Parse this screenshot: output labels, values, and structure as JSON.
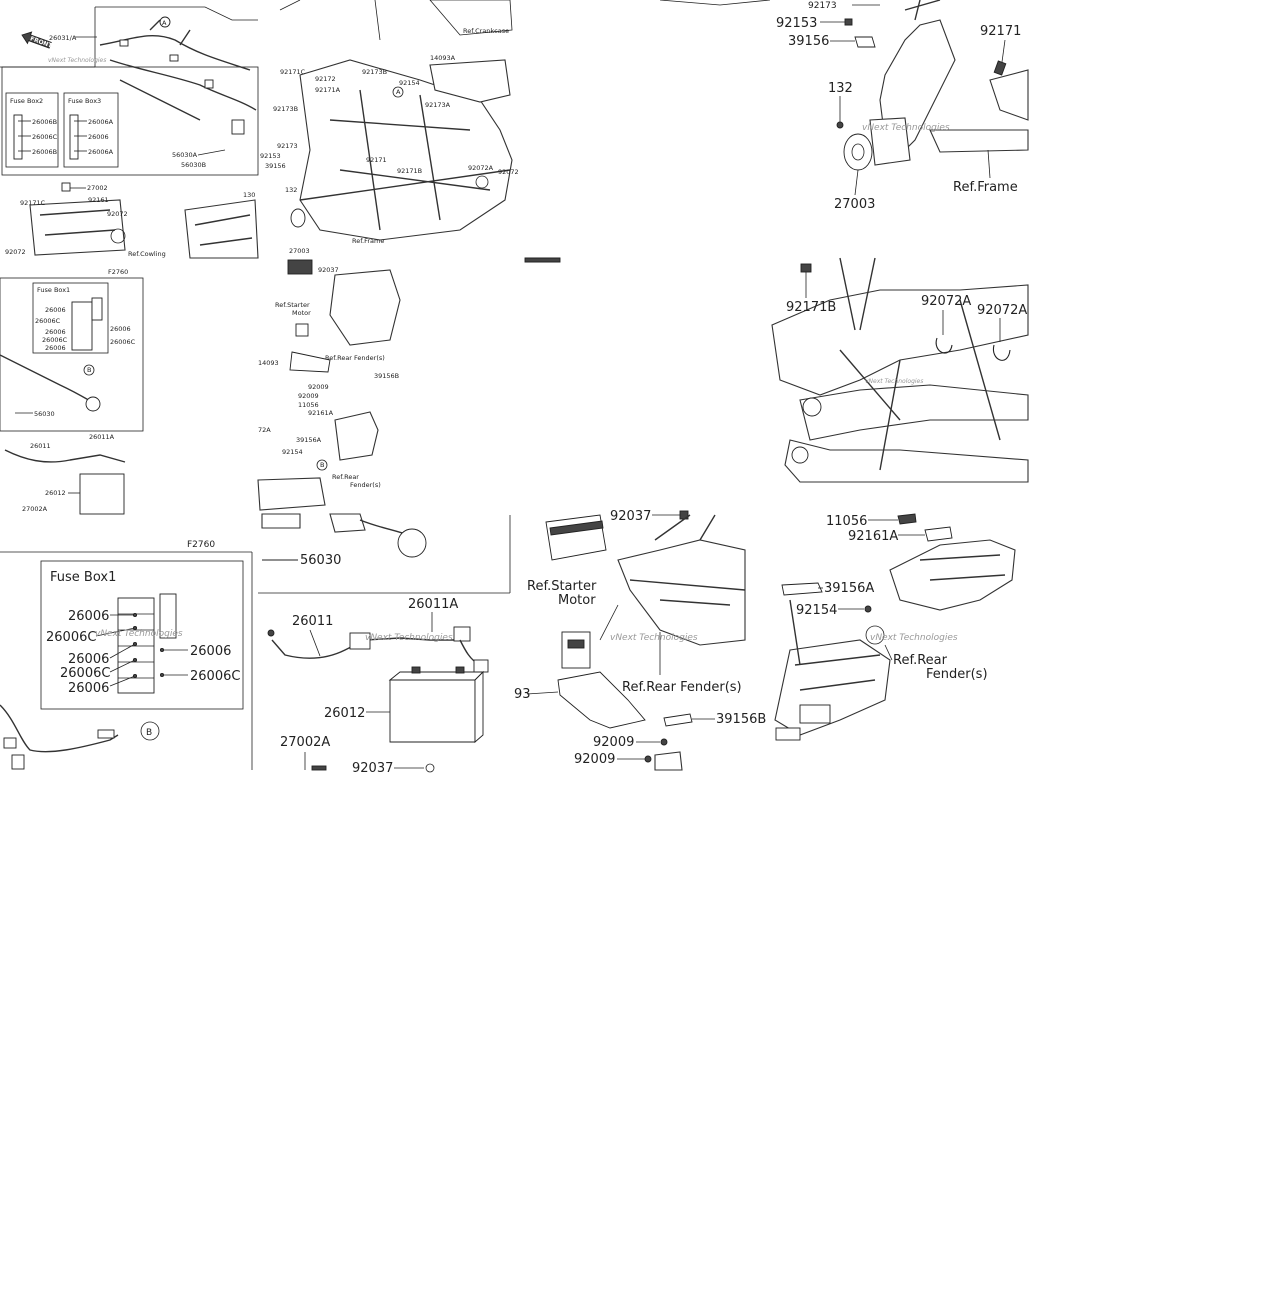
{
  "diagram": {
    "tiles": [
      {
        "id": "t1",
        "labels": [
          "26031/A",
          "FRONT",
          "Fuse Box2",
          "Fuse Box3",
          "26006B",
          "26006C",
          "26006B",
          "26006A",
          "26006",
          "26006A",
          "56030A",
          "56030B",
          "27002",
          "92161",
          "92171C",
          "92072",
          "92072",
          "Ref.Cowling",
          "130",
          "A"
        ]
      },
      {
        "id": "t2",
        "labels": [
          "92171C",
          "92172",
          "92173B",
          "92154",
          "92171A",
          "92173B",
          "92173A",
          "14093A",
          "Ref.Crankcase",
          "92173",
          "92153",
          "39156",
          "92171",
          "92171B",
          "92072A",
          "92072",
          "132",
          "27003",
          "Ref.Frame",
          "A"
        ]
      },
      {
        "id": "t3",
        "labels": [
          "92173",
          "92153",
          "39156",
          "92171",
          "132",
          "27003",
          "Ref.Frame"
        ]
      },
      {
        "id": "t4",
        "labels": [
          "F2760",
          "Fuse Box1",
          "26006",
          "26006C",
          "26006",
          "26006C",
          "26006",
          "26006",
          "26006C",
          "56030",
          "26011",
          "26011A",
          "26012",
          "27002A",
          "B"
        ]
      },
      {
        "id": "t5",
        "labels": [
          "92037",
          "Ref.Starter",
          "Motor",
          "Ref.Rear Fender(s)",
          "14093",
          "92009",
          "39156B",
          "92009",
          "11056",
          "92161A",
          "72A",
          "39156A",
          "92154",
          "Ref.Rear",
          "Fender(s)",
          "B"
        ]
      },
      {
        "id": "t6",
        "labels": [
          "92171B",
          "92072A",
          "92072A"
        ]
      },
      {
        "id": "t7",
        "labels": [
          "F2760",
          "Fuse Box1",
          "26006",
          "26006C",
          "26006",
          "26006C",
          "26006",
          "26006",
          "26006C",
          "B"
        ]
      },
      {
        "id": "t8",
        "labels": [
          "56030",
          "26011",
          "26011A",
          "26012",
          "27002A",
          "92037"
        ]
      },
      {
        "id": "t9",
        "labels": [
          "92037",
          "Ref.Starter",
          "Motor",
          "Ref.Rear Fender(s)",
          "93",
          "39156B",
          "92009",
          "92009"
        ]
      },
      {
        "id": "t10",
        "labels": [
          "11056",
          "92161A",
          "39156A",
          "92154",
          "Ref.Rear",
          "Fender(s)"
        ]
      }
    ],
    "watermark": "vNext Technologies"
  }
}
